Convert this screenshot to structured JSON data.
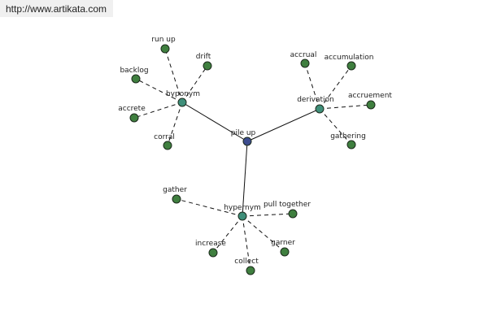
{
  "source_url": "http://www.artikata.com",
  "center": {
    "label": "pile up",
    "color": "#3d4d8f"
  },
  "colors": {
    "leaf": "#3f7f3f",
    "hub": "#3f8f7a",
    "center": "#3d4d8f",
    "edge": "#111111",
    "node_stroke": "#1c2a1c"
  },
  "relations": [
    {
      "label": "hyponym",
      "leaves": [
        "run up",
        "drift",
        "backlog",
        "accrete",
        "corral"
      ]
    },
    {
      "label": "derivation",
      "leaves": [
        "accrual",
        "accumulation",
        "accruement",
        "gathering"
      ]
    },
    {
      "label": "hypernym",
      "leaves": [
        "gather",
        "pull together",
        "increase",
        "collect",
        "garner"
      ]
    }
  ]
}
